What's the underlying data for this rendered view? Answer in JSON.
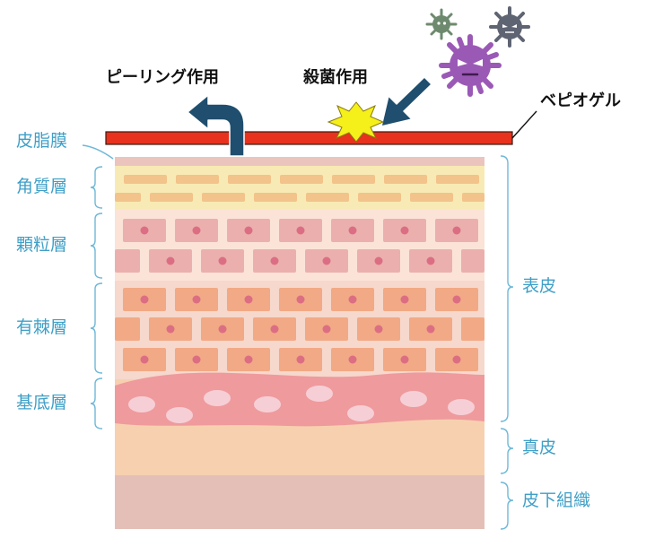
{
  "actions": {
    "peeling": "ピーリング作用",
    "sterilization": "殺菌作用"
  },
  "product": "ベピオゲル",
  "layers": {
    "sebum": "皮脂膜",
    "stratum_corneum": "角質層",
    "stratum_granulosum": "顆粒層",
    "stratum_spinosum": "有棘層",
    "stratum_basale": "基底層"
  },
  "regions": {
    "epidermis": "表皮",
    "dermis": "真皮",
    "subcutis": "皮下組織"
  },
  "colors": {
    "label": "#3f9fc7",
    "gel": "#e8321e",
    "arrow": "#1f4e6e",
    "bacteria_purple": "#9b59b6",
    "bacteria_green": "#6e8a6e",
    "bacteria_gray": "#5f6473",
    "burst": "#f5ef1a"
  }
}
